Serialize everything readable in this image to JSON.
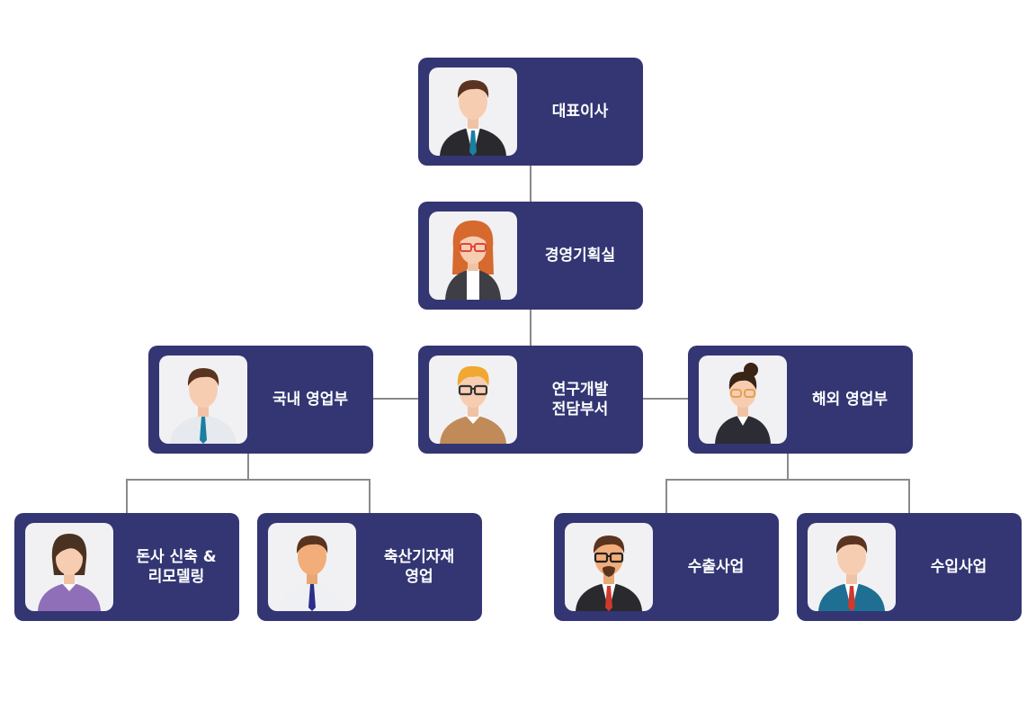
{
  "nodes": {
    "ceo": {
      "label": "대표이사"
    },
    "planning": {
      "label": "경영기획실"
    },
    "domestic": {
      "label": "국내 영업부"
    },
    "rnd": {
      "label": "연구개발\n전담부서"
    },
    "overseas": {
      "label": "해외 영업부"
    },
    "construction": {
      "label": "돈사 신축 &\n리모델링"
    },
    "equipment": {
      "label": "축산기자재\n영업"
    },
    "export": {
      "label": "수출사업"
    },
    "import": {
      "label": "수입사업"
    }
  },
  "colors": {
    "node_bg": "#333673",
    "avatar_bg": "#f1f1f3",
    "connector": "#8a8a8a",
    "text": "#ffffff"
  }
}
